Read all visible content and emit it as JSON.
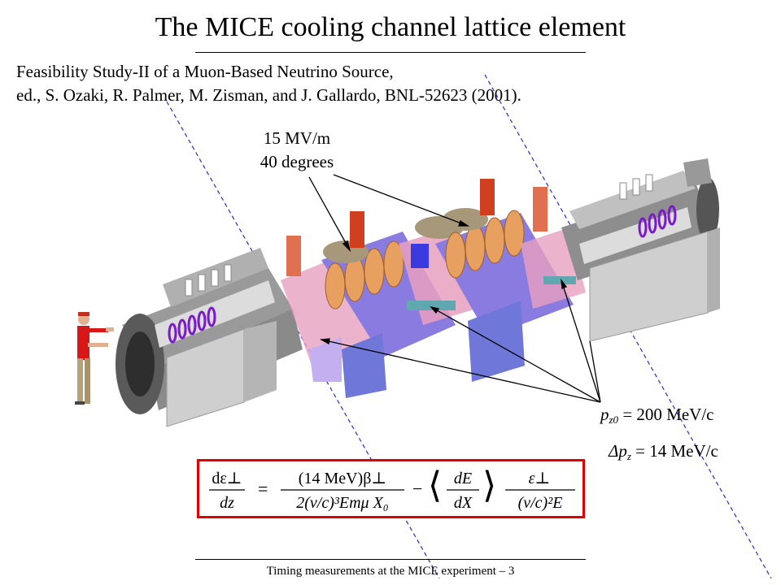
{
  "slide": {
    "title": "The MICE cooling channel lattice element",
    "reference_line1": "Feasibility Study-II of a Muon-Based Neutrino Source,",
    "reference_line2": "ed., S. Ozaki, R. Palmer, M. Zisman, and J. Gallardo, BNL-52623 (2001).",
    "rf_gradient": "15 MV/m",
    "rf_phase": "40 degrees",
    "pz0_symbol": "p",
    "pz0_sub": "z0",
    "pz0_value": " = 200 MeV/c",
    "dpz_symbol": "Δp",
    "dpz_sub": "z",
    "dpz_value": " = 14 MeV/c",
    "footer": "Timing measurements at the MICE experiment – 3"
  },
  "formula": {
    "lhs_num": "dε⊥",
    "lhs_den": "dz",
    "term1_num": "(14 MeV)β⊥",
    "term1_den": "2(v/c)³Emμ X₀",
    "term2_num": "dE",
    "term2_den": "dX",
    "term3_num": "ε⊥",
    "term3_den": "(v/c)²E"
  },
  "colors": {
    "formula_border": "#e00000",
    "dashed_line": "#2a2ad8",
    "magnet_grey": "#c8c8c8",
    "rf_cavity_orange": "#e8a060",
    "support_purple": "#b8a0e8",
    "stand_blue": "#6f78d8"
  }
}
